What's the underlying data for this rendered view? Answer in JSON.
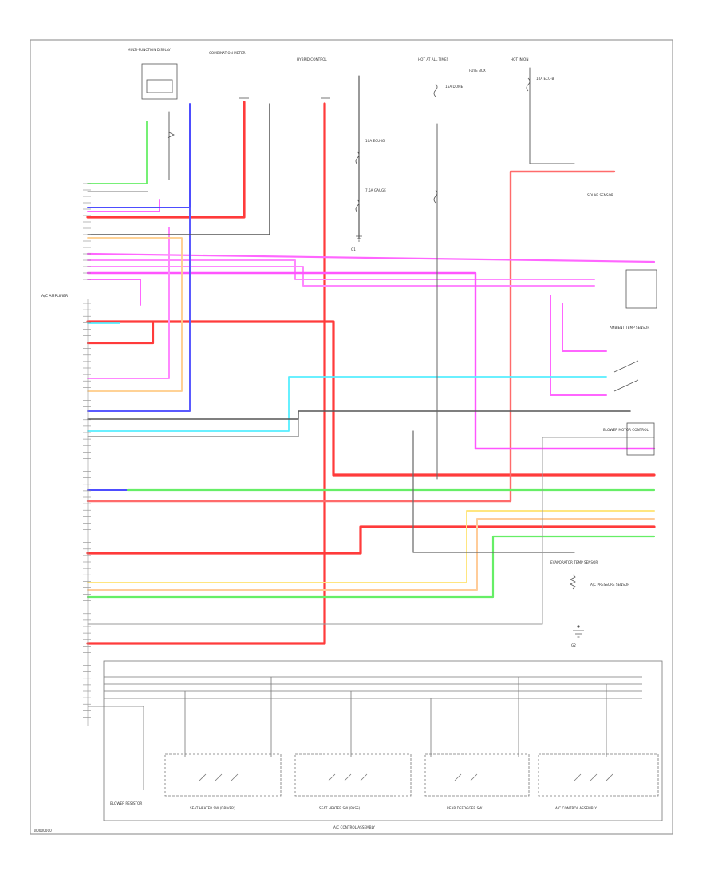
{
  "diagram": {
    "figure_id": "W0000000",
    "top_labels": {
      "multifunction_display": "MULTI-FUNCTION DISPLAY",
      "combination_meter": "COMBINATION METER",
      "hybrid_control": "HYBRID CONTROL",
      "fuse_box": "FUSE BOX",
      "hot_at_all_times": "HOT AT ALL TIMES",
      "hot_in_on": "HOT IN ON"
    },
    "fuses": [
      "10A ECU-IG",
      "7.5A GAUGE",
      "15A DOME",
      "10A ECU-B"
    ],
    "ground_labels": [
      "G1",
      "G2"
    ],
    "module_label": "A/C AMPLIFIER",
    "right_labels": {
      "ambient_sensor": "AMBIENT TEMP SENSOR",
      "solar_sensor": "SOLAR SENSOR",
      "blower_motor": "BLOWER MOTOR CONTROL",
      "ac_pressure": "A/C PRESSURE SENSOR",
      "evap_sensor": "EVAPORATOR TEMP SENSOR"
    },
    "bottom_switches": [
      "SEAT HEATER SW (DRIVER)",
      "SEAT HEATER SW (PASS)",
      "REAR DEFOGGER SW",
      "A/C CONTROL ASSEMBLY"
    ],
    "bottom_center": "A/C CONTROL ASSEMBLY",
    "bottom_left": "BLOWER RESISTOR",
    "wire_colors": {
      "red": "#ff3b3b",
      "pink": "#ff66ff",
      "blue": "#4d4dff",
      "green": "#66ee66",
      "cyan": "#55eeff",
      "yellow": "#ffe680",
      "orange": "#ffcc99",
      "gray": "#666666",
      "black": "#333333",
      "lightgreen": "#99ff99"
    }
  }
}
